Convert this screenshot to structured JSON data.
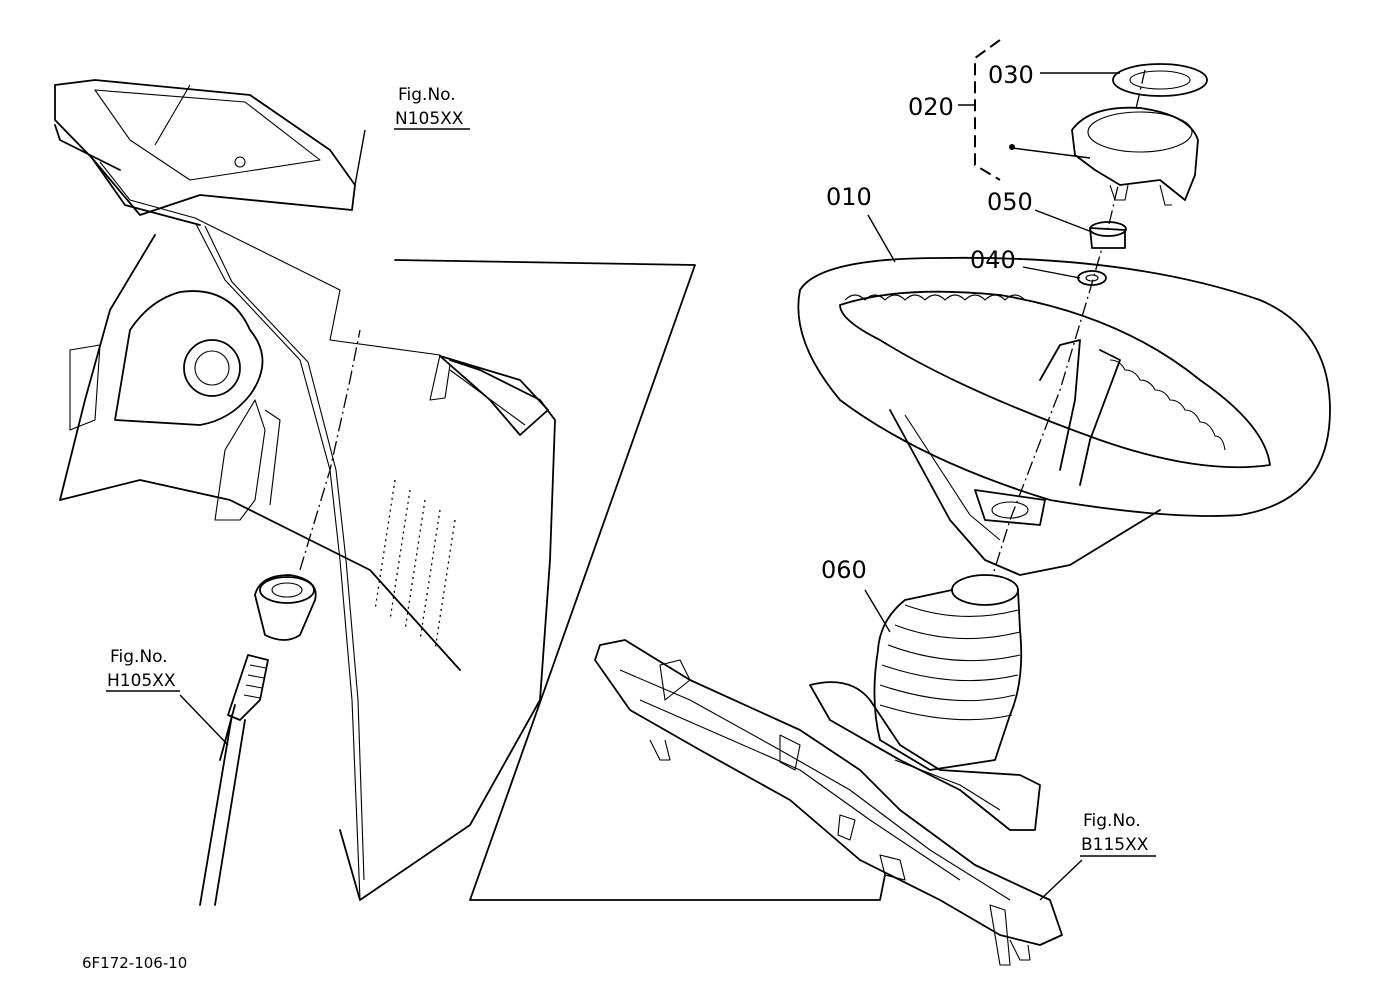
{
  "part_labels": {
    "p010": "010",
    "p020": "020",
    "p030": "030",
    "p040": "040",
    "p050": "050",
    "p060": "060"
  },
  "figure_references": {
    "n105": {
      "line1": "Fig.No.",
      "line2": "N105XX"
    },
    "h105": {
      "line1": "Fig.No.",
      "line2": "H105XX"
    },
    "b115": {
      "line1": "Fig.No.",
      "line2": "B115XX"
    }
  },
  "drawing_number": "6F172-106-10"
}
